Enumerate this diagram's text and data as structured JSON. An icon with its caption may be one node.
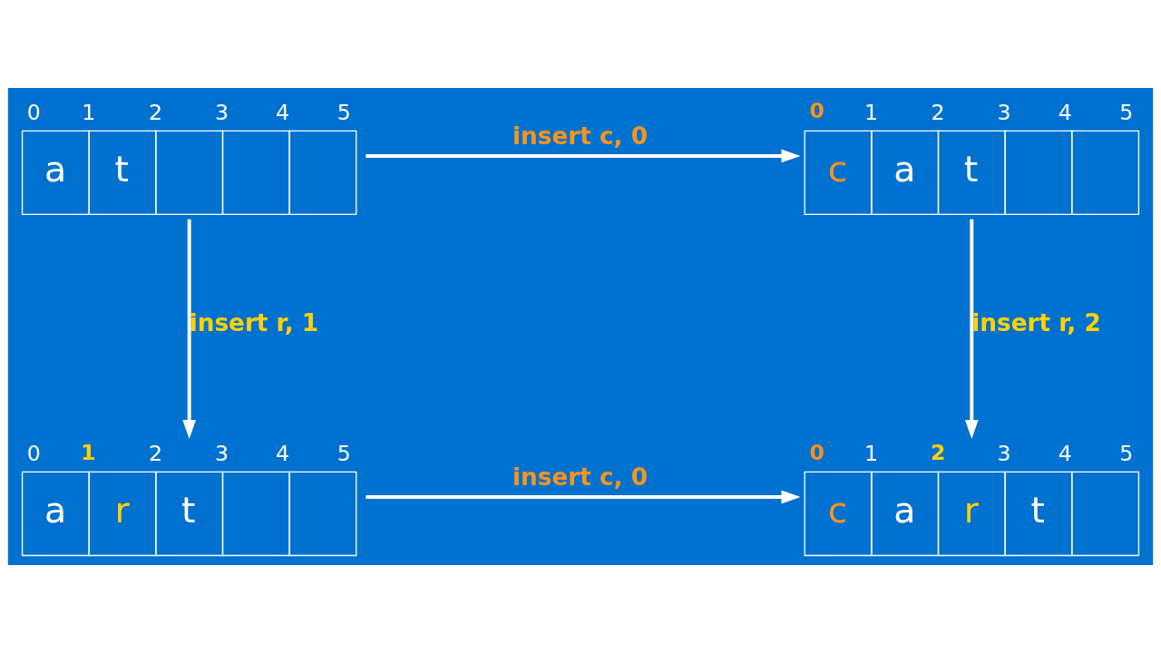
{
  "diagram": {
    "nodes": [
      {
        "text": [
          "a",
          "t"
        ],
        "beside": [
          "0",
          "1",
          "2",
          "3",
          "4",
          "5"
        ]
      },
      {
        "text": [
          "c",
          "a",
          "t"
        ],
        "beside": [
          "0",
          "1",
          "2",
          "3",
          "4",
          "5"
        ]
      },
      {
        "text": [
          "a",
          "r",
          "t"
        ],
        "beside": [
          "0",
          "1",
          "2",
          "3",
          "4",
          "5"
        ]
      },
      {
        "text": [
          "c",
          "a",
          "r",
          "t"
        ],
        "beside": [
          "0",
          "1",
          "2",
          "3",
          "4",
          "5"
        ]
      }
    ],
    "edges": [
      {
        "from": 0,
        "to": 1,
        "arrow": "to",
        "label": "insert c, 0"
      },
      {
        "from": 0,
        "to": 2,
        "arrow": "to",
        "label": "insert r, 1"
      },
      {
        "from": 1,
        "to": 3,
        "arrow": "to",
        "label": "insert r, 2"
      },
      {
        "from": 2,
        "to": 3,
        "arrow": "to",
        "label": "insert c, 0"
      }
    ]
  }
}
